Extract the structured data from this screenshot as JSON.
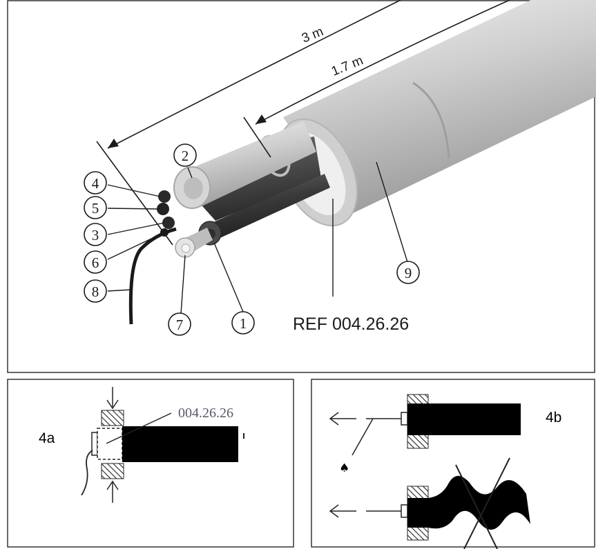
{
  "top_panel": {
    "dimensions": {
      "outer": "3 m",
      "inner": "1.7 m"
    },
    "reference": "REF 004.26.26",
    "callouts": [
      "1",
      "2",
      "3",
      "4",
      "5",
      "6",
      "7",
      "8",
      "9"
    ]
  },
  "panel_4a": {
    "label": "4a",
    "part_number": "004.26.26"
  },
  "panel_4b": {
    "label": "4b",
    "symbol": "♠"
  },
  "colors": {
    "frame": "#333333",
    "tube_light": "#d9d9d9",
    "tube_dark": "#555555",
    "cable": "#111111"
  }
}
